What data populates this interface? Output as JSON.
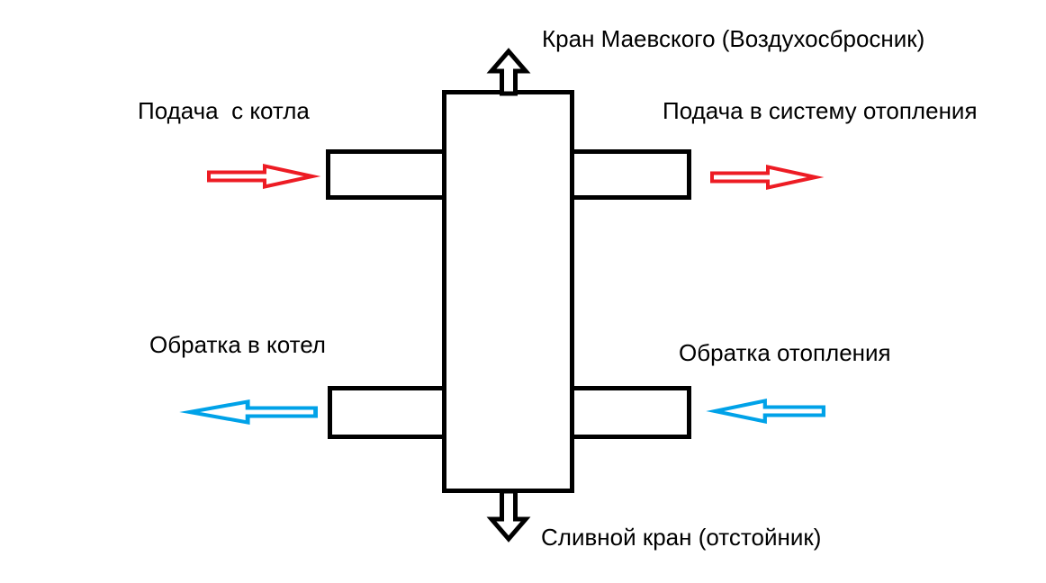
{
  "diagram": {
    "type": "hydraulic-separator-scheme",
    "labels": {
      "air_vent": "Кран Маевского (Воздухосбросник)",
      "supply_from_boiler": "Подача  с котла",
      "supply_to_system": "Подача в систему отопления",
      "return_to_boiler": "Обратка в котел",
      "return_from_system": "Обратка отопления",
      "drain_valve": "Сливной кран (отстойник)"
    },
    "colors": {
      "flow_supply": "#ed1c24",
      "flow_return": "#00a2e8",
      "outline": "#000000",
      "background": "#ffffff"
    }
  }
}
